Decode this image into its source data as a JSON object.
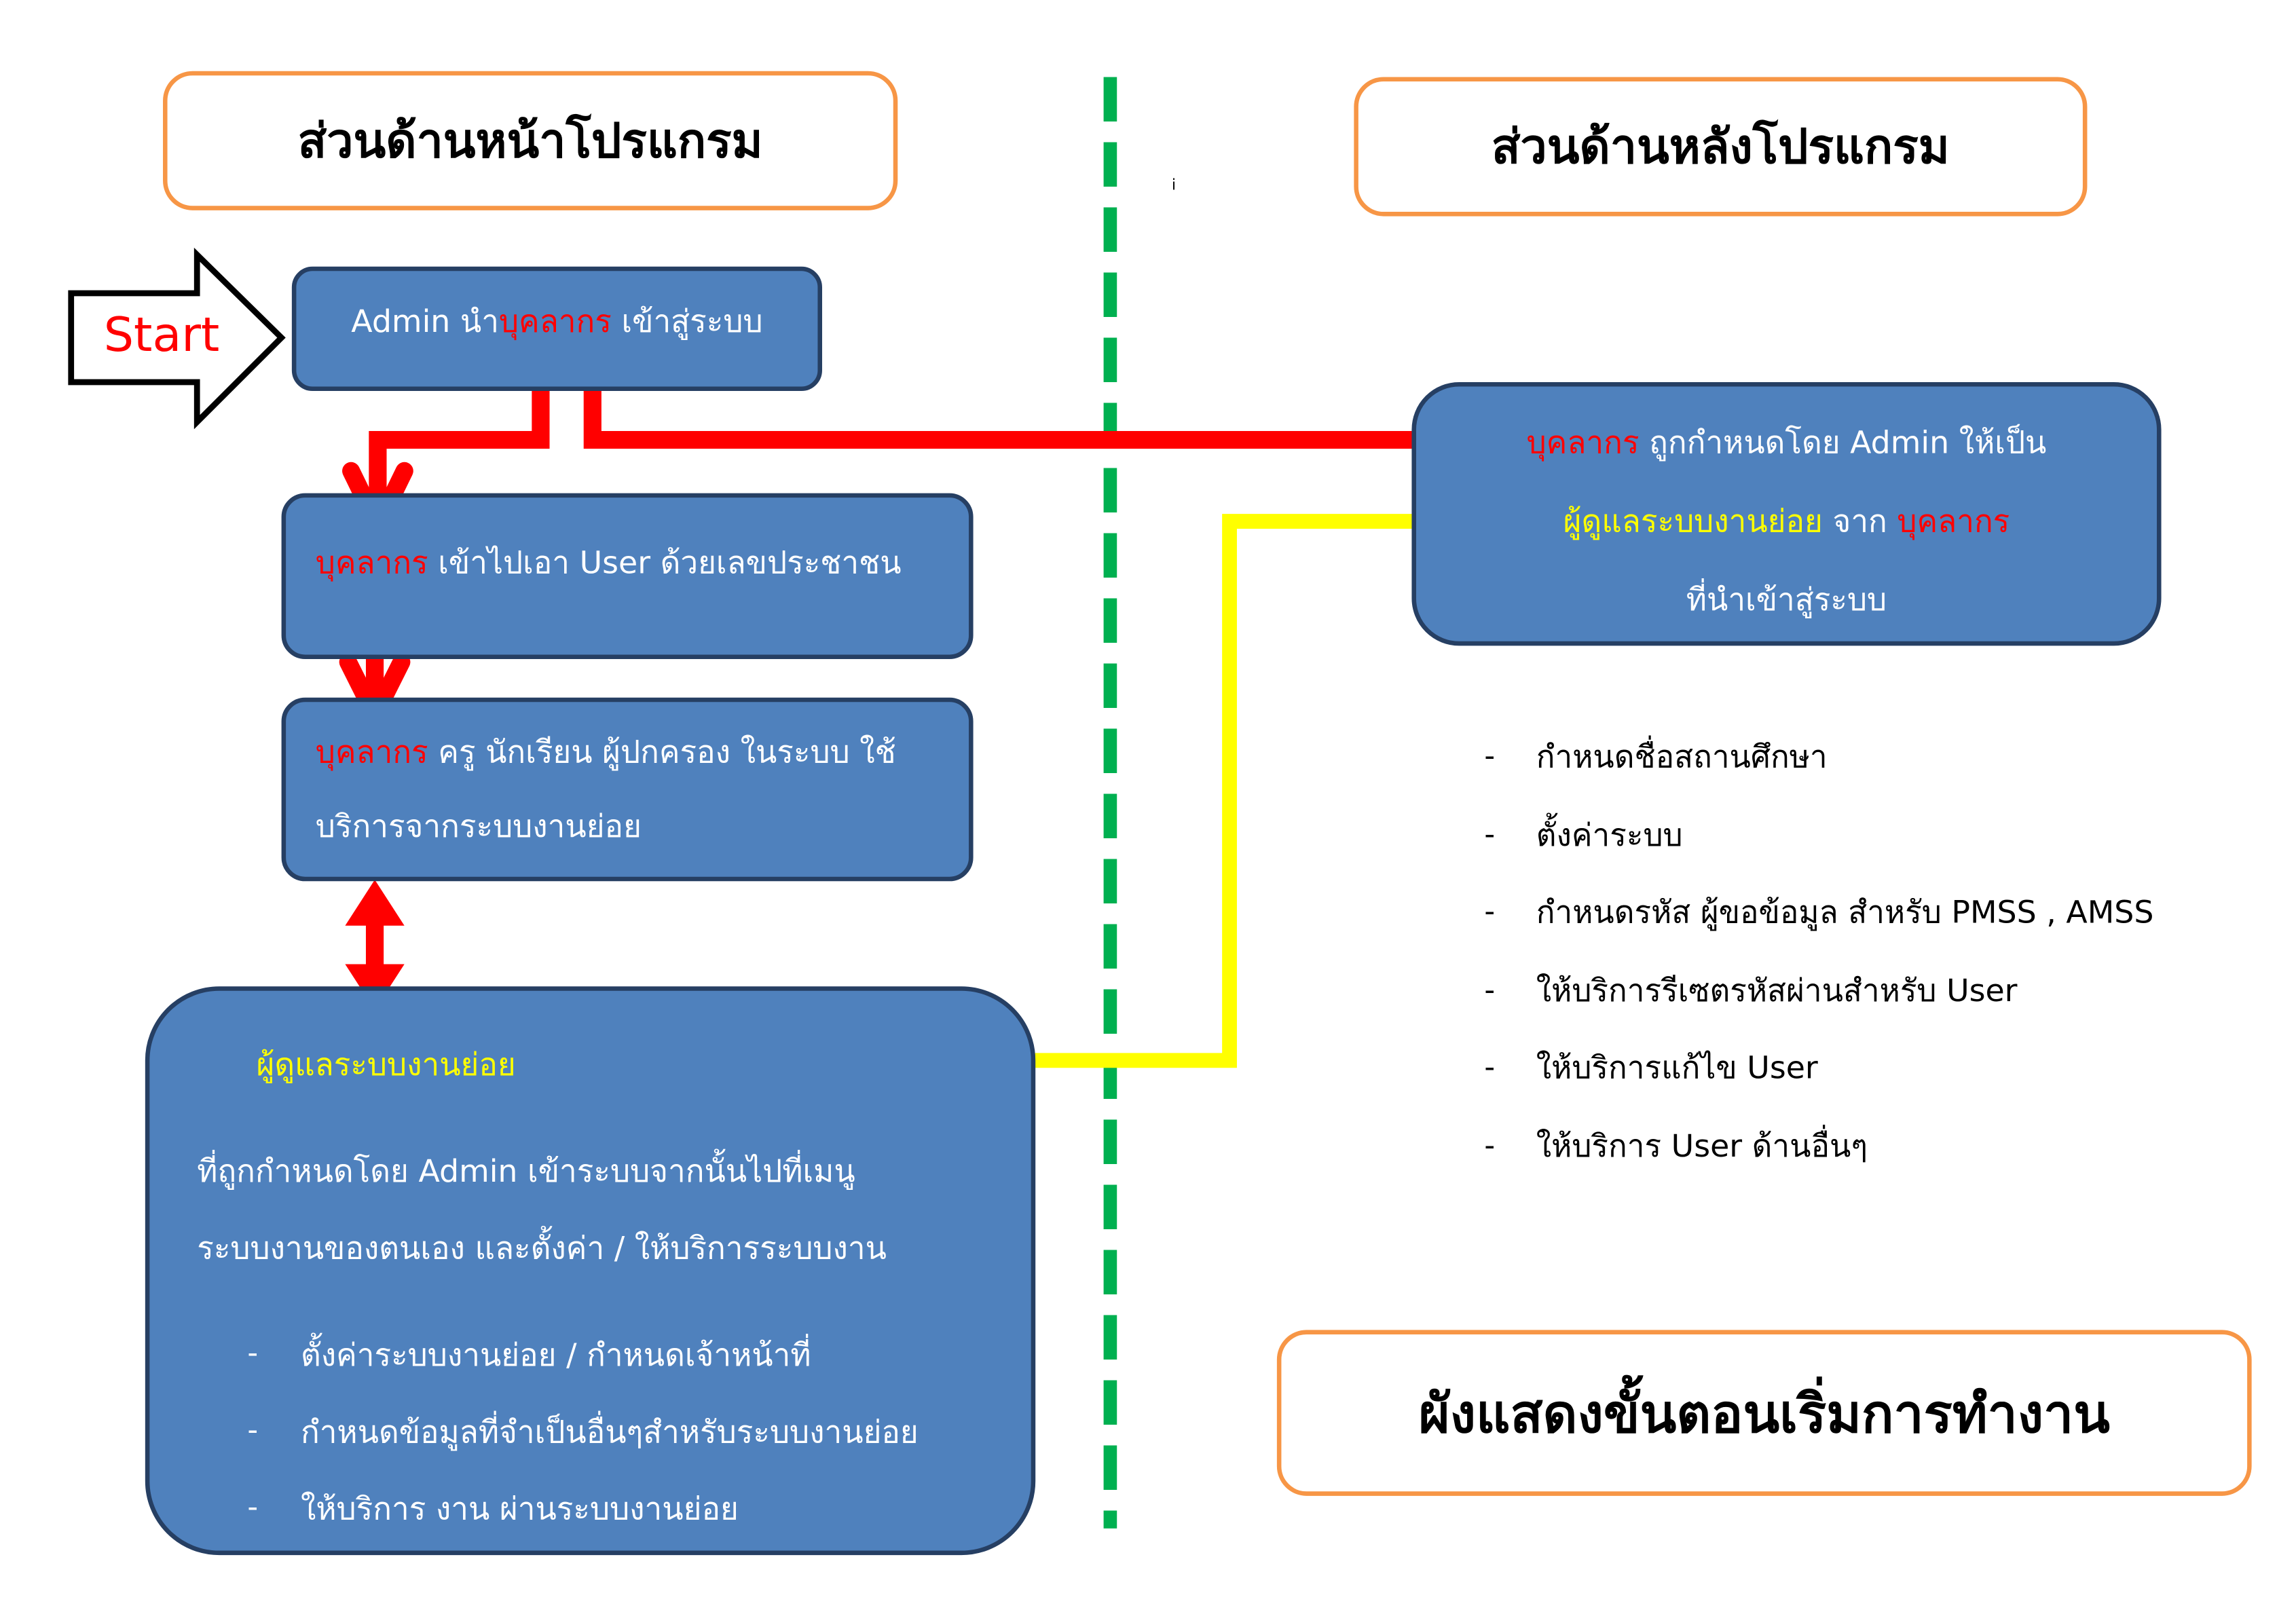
{
  "headers": {
    "front": "ส่วนด้านหน้าโปรแกรม",
    "back": "ส่วนด้านหลังโปรแกรม",
    "caption": "ผังแสดงขั้นตอนเริ่มการทำงาน"
  },
  "marker": "i",
  "start_label": "Start",
  "nodes": {
    "admin_import": {
      "a": "Admin นำ",
      "b": "บุคลากร",
      "c": " เข้าสู่ระบบ"
    },
    "get_user": {
      "a": "บุคลากร",
      "b": " เข้าไปเอา User ด้วยเลขประชาชน"
    },
    "use_services": {
      "a": "บุคลากร",
      "b": " ครู นักเรียน ผู้ปกครอง ในระบบ ใช้",
      "line2": "บริการจากระบบงานย่อย"
    },
    "sub_admin": {
      "title": "ผู้ดูแลระบบงานย่อย",
      "line1": "ที่ถูกกำหนดโดย Admin  เข้าระบบจากนั้นไปที่เมนู",
      "line2": "ระบบงานของตนเอง และตั้งค่า / ให้บริการระบบงาน",
      "bullets": [
        "ตั้งค่าระบบงานย่อย / กำหนดเจ้าหน้าที่",
        "กำหนดข้อมูลที่จำเป็นอื่นๆสำหรับระบบงานย่อย",
        "ให้บริการ งาน ผ่านระบบงานย่อย"
      ]
    },
    "assign": {
      "a": "บุคลากร",
      "b": " ถูกกำหนดโดย Admin ให้เป็น",
      "c": "ผู้ดูแลระบบงานย่อย",
      "d": " จาก  ",
      "e": "บุคลากร",
      "f": "ที่นำเข้าสู่ระบบ"
    }
  },
  "back_list": [
    "กำหนดชื่อสถานศึกษา",
    "ตั้งค่าระบบ",
    "กำหนดรหัส ผู้ขอข้อมูล สำหรับ PMSS , AMSS",
    "ให้บริการรีเซตรหัสผ่านสำหรับ User",
    "ให้บริการแก้ไข User",
    "ให้บริการ User ด้านอื่นๆ"
  ],
  "bullet_char": "-",
  "colors": {
    "node": "#4f81bd",
    "red_arrow": "#ff0000",
    "yellow_arrow": "#ffff00",
    "divider": "#00b050",
    "title_border": "#f79646"
  }
}
